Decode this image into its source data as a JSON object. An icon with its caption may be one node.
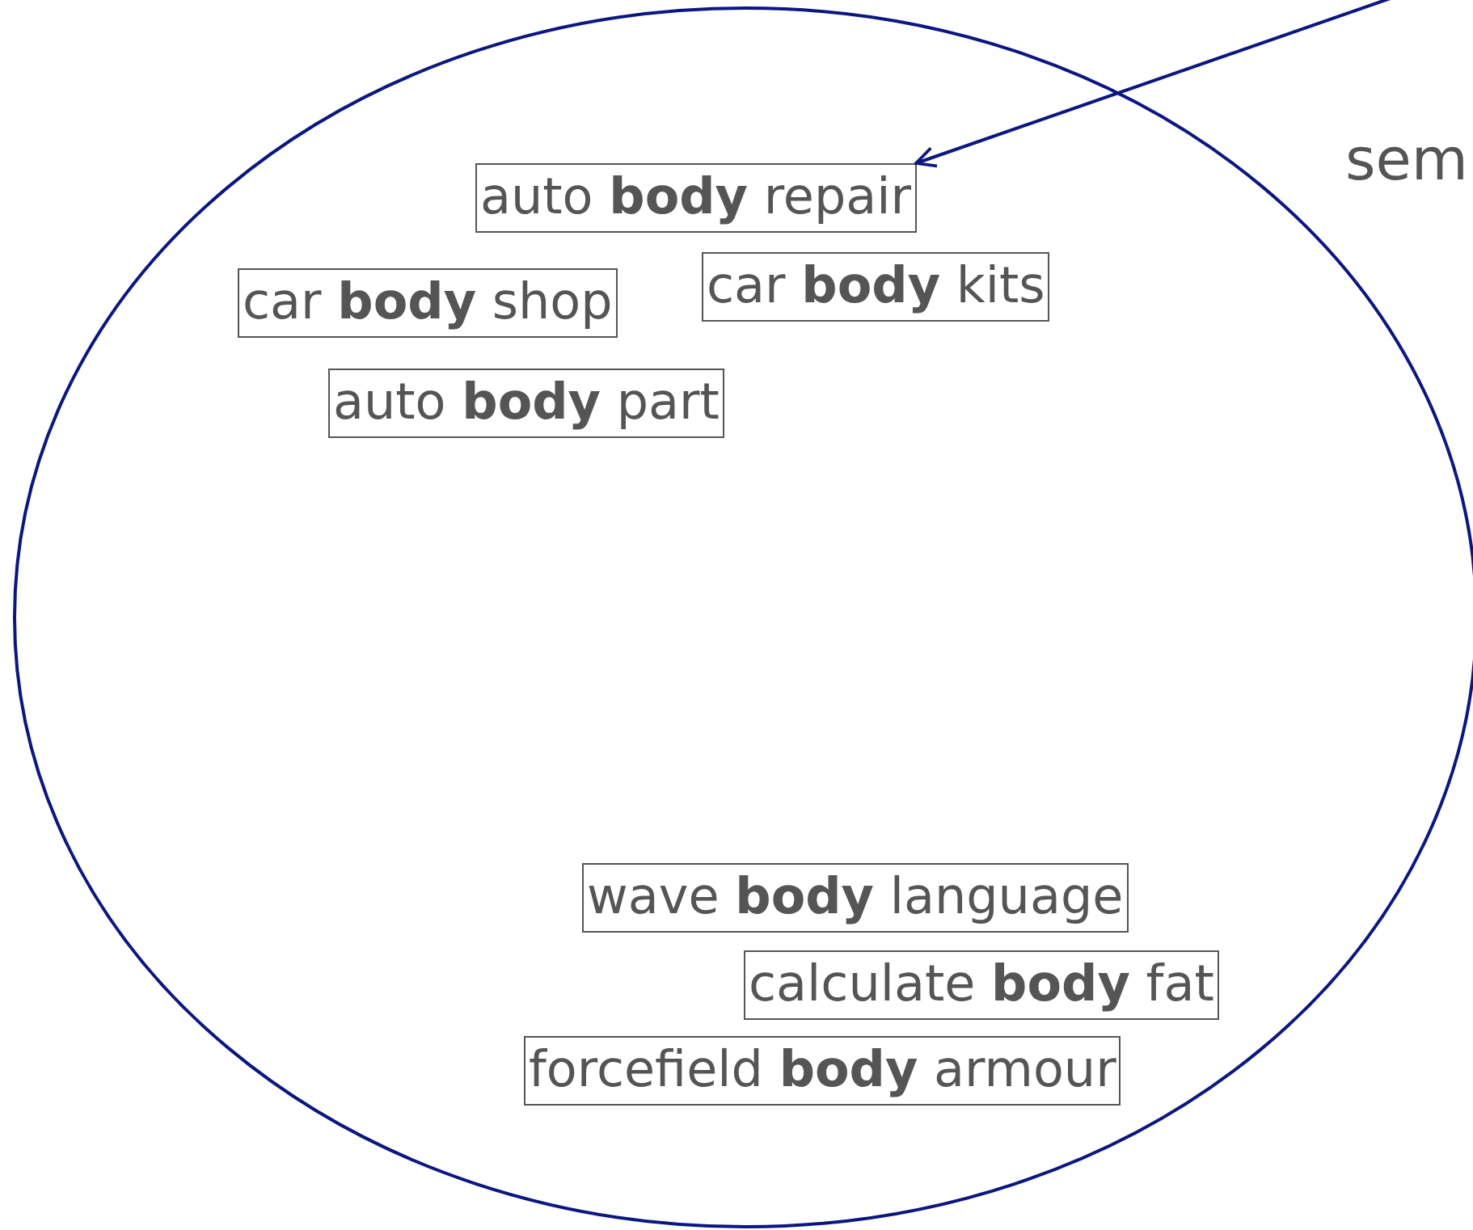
{
  "diagram": {
    "nodes": [
      {
        "text": [],
        "shape": "circle"
      },
      {
        "text": [
          "auto **body** repair"
        ],
        "in": 0
      },
      {
        "text": [
          "car **body** shop"
        ],
        "in": 0
      },
      {
        "text": [
          "car **body** kits"
        ],
        "in": 0
      },
      {
        "text": [
          "auto **body** part"
        ],
        "in": 0
      },
      {
        "text": [
          "wave **body** language"
        ],
        "in": 0
      },
      {
        "text": [
          "calculate **body** fat"
        ],
        "in": 0
      },
      {
        "text": [
          "forcefield **body** armour"
        ],
        "in": 0
      }
    ],
    "edges": [
      {
        "from": null,
        "to": 1,
        "arrow": "to"
      }
    ],
    "labels": [
      "sem"
    ]
  }
}
